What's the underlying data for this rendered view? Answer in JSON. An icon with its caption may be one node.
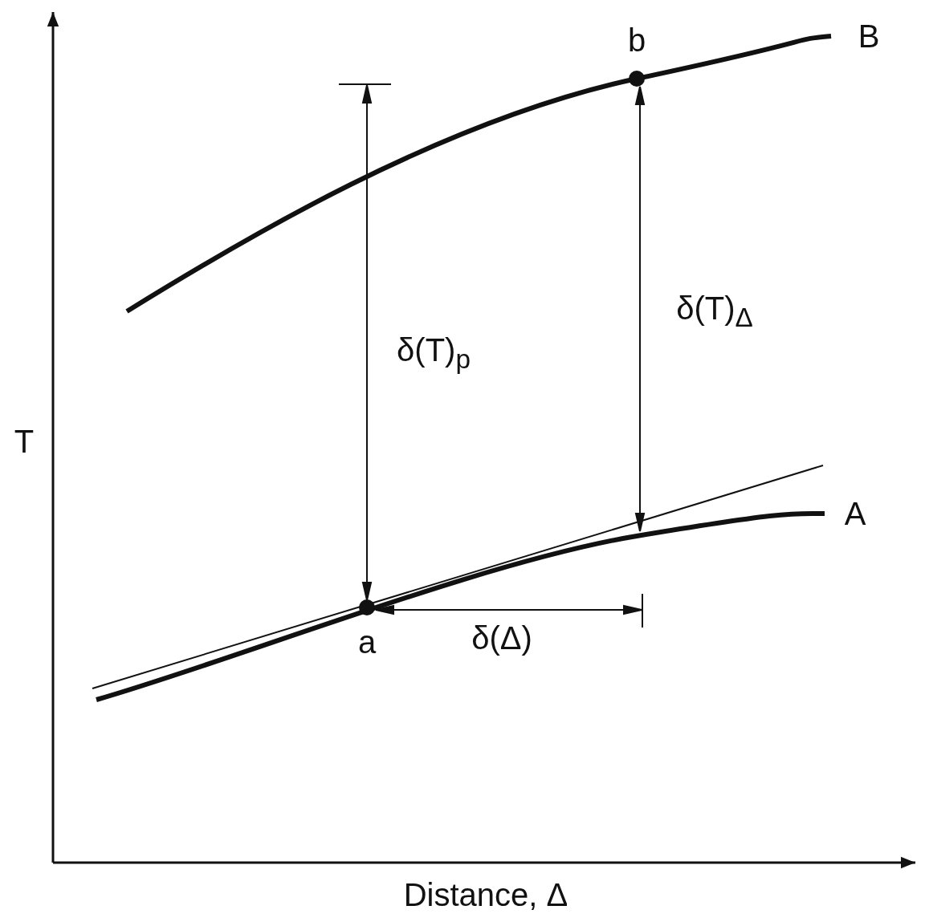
{
  "diagram": {
    "labels": [
      "b",
      "B",
      "δ(T)$_{p}$",
      "δ(T)$_{Δ}$",
      "T",
      "A",
      "a",
      "δ(Δ)",
      "Distance, Δ"
    ]
  }
}
